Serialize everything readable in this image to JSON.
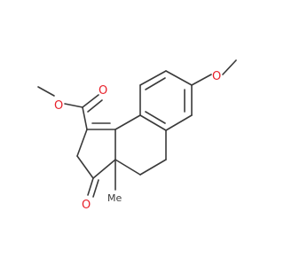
{
  "molecule": {
    "atoms": {
      "ester_carbonyl_oxygen": "O",
      "ester_ether_oxygen": "O",
      "methoxy_oxygen": "O",
      "ketone_oxygen": "O",
      "angular_methyl": "Me"
    },
    "colors": {
      "bond": "#3a3a3a",
      "oxygen": "#e8202a",
      "background": "#ffffff"
    }
  }
}
